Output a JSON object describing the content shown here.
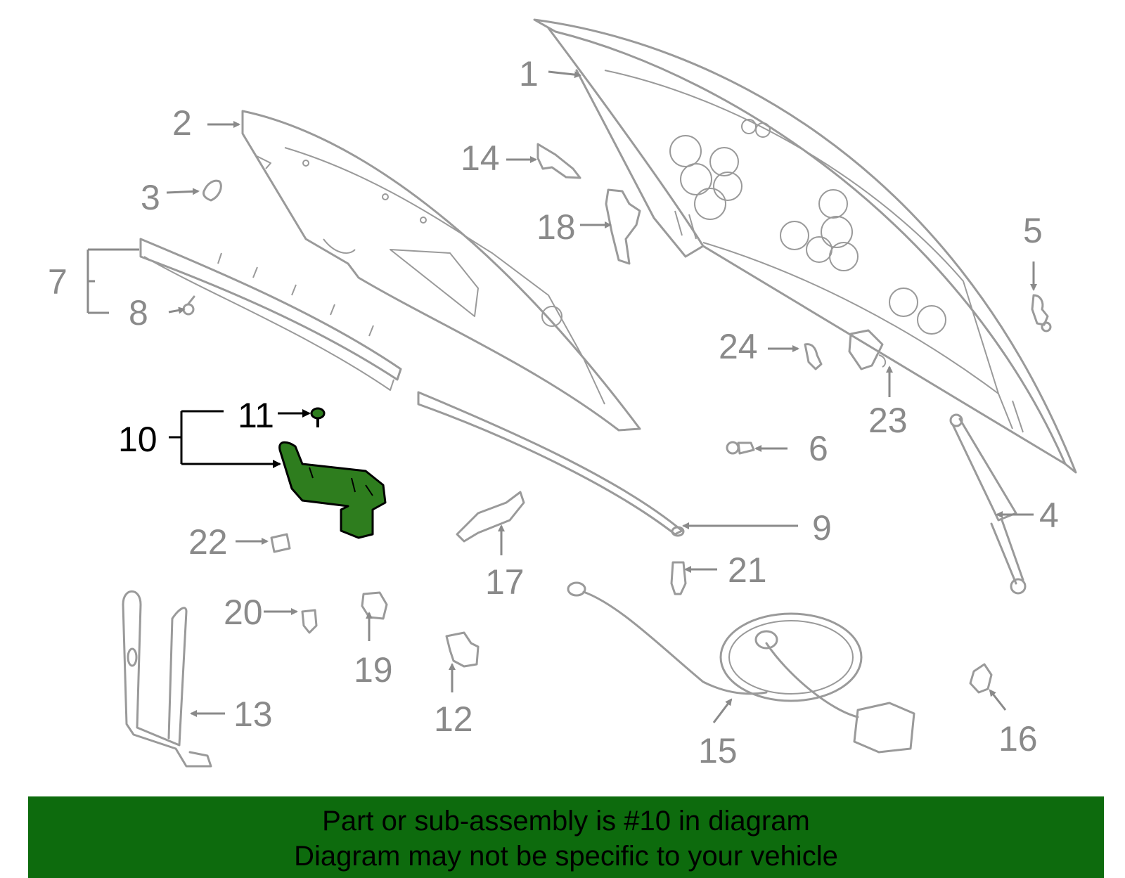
{
  "banner": {
    "line1": "Part or sub-assembly is #10 in diagram",
    "line2": "Diagram may not be specific to your vehicle",
    "background_color": "#0d6b0d"
  },
  "highlight_color": "#2e7d1e",
  "callouts": {
    "c1": "1",
    "c2": "2",
    "c3": "3",
    "c4": "4",
    "c5": "5",
    "c6": "6",
    "c7": "7",
    "c8": "8",
    "c9": "9",
    "c10": "10",
    "c11": "11",
    "c12": "12",
    "c13": "13",
    "c14": "14",
    "c15": "15",
    "c16": "16",
    "c17": "17",
    "c18": "18",
    "c19": "19",
    "c20": "20",
    "c21": "21",
    "c22": "22",
    "c23": "23",
    "c24": "24"
  },
  "highlighted_part": "10"
}
